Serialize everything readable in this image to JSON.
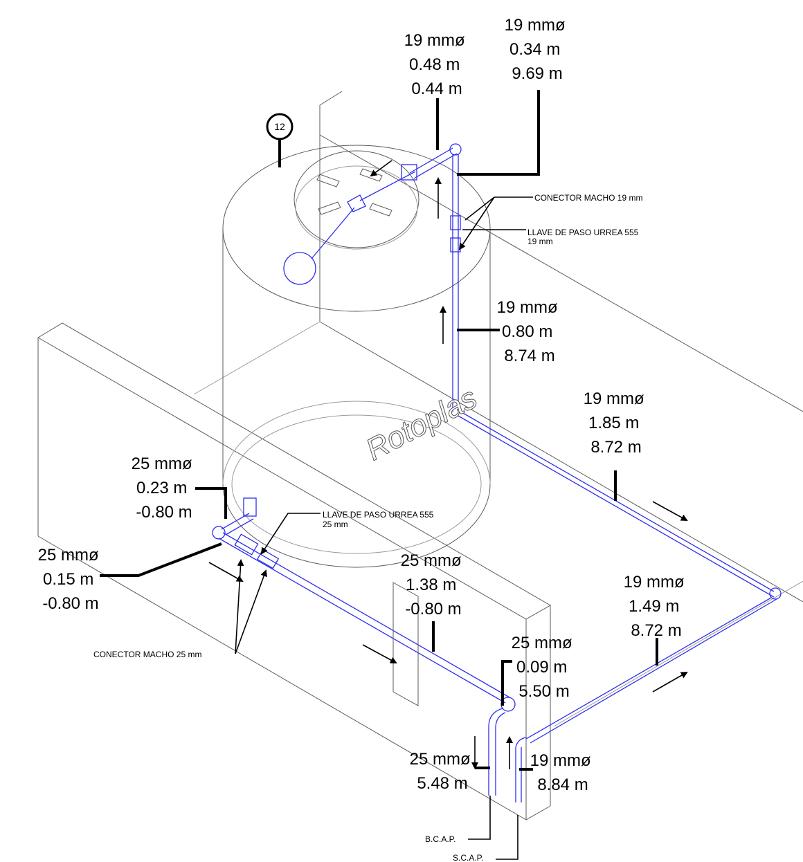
{
  "tag": {
    "number": "12"
  },
  "brand": {
    "text": "Rotoplas"
  },
  "labels": {
    "out_top_left": [
      "19 mmø",
      "0.48 m",
      "0.44 m"
    ],
    "out_top_right": [
      "19 mmø",
      "0.34 m",
      "9.69 m"
    ],
    "riser_mid": [
      "19 mmø",
      "0.80 m",
      "8.74 m"
    ],
    "run_right": [
      "19 mmø",
      "1.85 m",
      "8.72 m"
    ],
    "run_lower_right": [
      "19 mmø",
      "1.49 m",
      "8.72 m"
    ],
    "outlet_left": [
      "25 mmø",
      "0.23 m",
      "-0.80 m"
    ],
    "outlet_far_left": [
      "25 mmø",
      "0.15 m",
      "-0.80 m"
    ],
    "run_center": [
      "25 mmø",
      "1.38 m",
      "-0.80 m"
    ],
    "drop_elbow": [
      "25 mmø",
      "0.09 m",
      "5.50 m"
    ],
    "drop_bottom": [
      "25 mmø",
      "5.48 m"
    ],
    "rise_bottom": [
      "19 mmø",
      "8.84 m"
    ]
  },
  "callouts": {
    "conector_19": "CONECTOR MACHO 19 mm",
    "llave_19_line1": "LLAVE DE PASO URREA 555",
    "llave_19_line2": "19 mm",
    "llave_25_line1": "LLAVE DE PASO URREA 555",
    "llave_25_line2": "25 mm",
    "conector_25": "CONECTOR MACHO 25 mm",
    "bcap": "B.C.A.P.",
    "scap": "S.C.A.P."
  },
  "colors": {
    "pipe": "#2d2df0",
    "ink": "#000000",
    "structure": "#5a5a5a"
  }
}
